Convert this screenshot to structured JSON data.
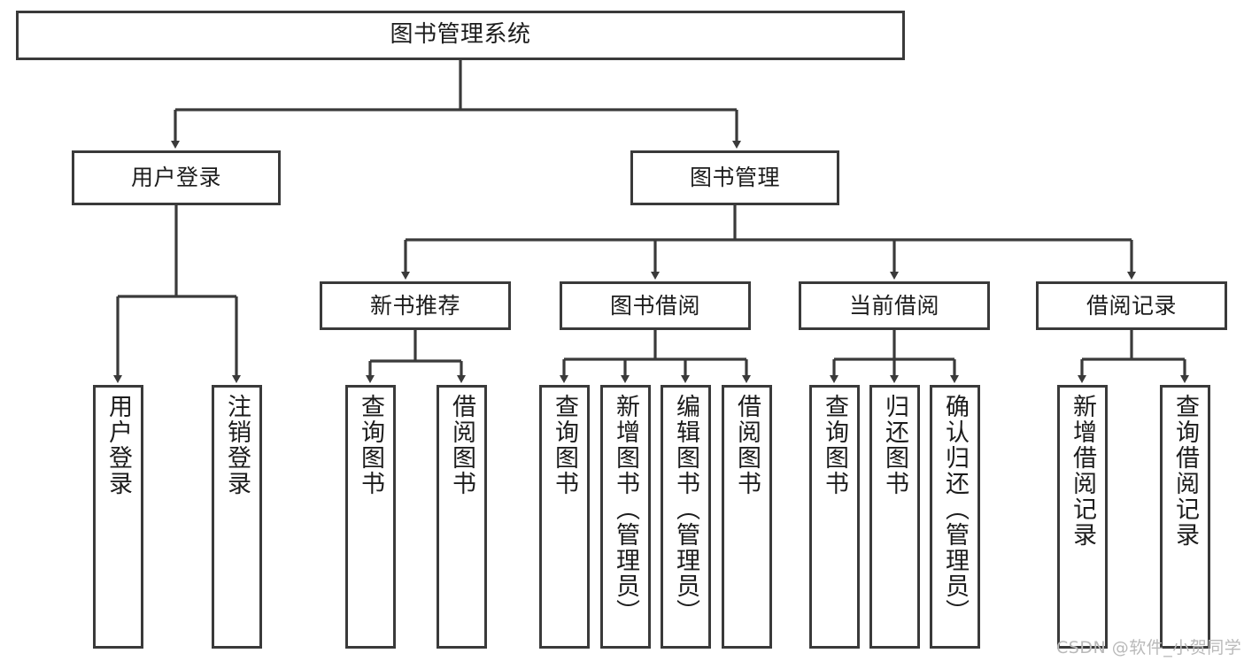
{
  "diagram": {
    "title": "图书管理系统",
    "type": "tree-hierarchy-diagram",
    "watermark": "CSDN @软件_小贺同学",
    "colors": {
      "box_border": "#3a3a3a",
      "box_fill": "#ffffff",
      "connector": "#3a3a3a",
      "text": "#1c1c1c",
      "watermark": "#b9b9b9",
      "background": "#ffffff"
    },
    "root": {
      "label": "图书管理系统"
    },
    "level2": [
      {
        "label": "用户登录"
      },
      {
        "label": "图书管理"
      }
    ],
    "level3": [
      {
        "label": "新书推荐"
      },
      {
        "label": "图书借阅"
      },
      {
        "label": "当前借阅"
      },
      {
        "label": "借阅记录"
      }
    ],
    "leaves": {
      "user_login": [
        {
          "label": "用户登录"
        },
        {
          "label": "注销登录"
        }
      ],
      "new_book_recommend": [
        {
          "label": "查询图书"
        },
        {
          "label": "借阅图书"
        }
      ],
      "book_borrow": [
        {
          "label": "查询图书"
        },
        {
          "label": "新增图书（管理员）"
        },
        {
          "label": "编辑图书（管理员）"
        },
        {
          "label": "借阅图书"
        }
      ],
      "current_borrow": [
        {
          "label": "查询图书"
        },
        {
          "label": "归还图书"
        },
        {
          "label": "确认归还（管理员）"
        }
      ],
      "borrow_record": [
        {
          "label": "新增借阅记录"
        },
        {
          "label": "查询借阅记录"
        }
      ]
    }
  }
}
